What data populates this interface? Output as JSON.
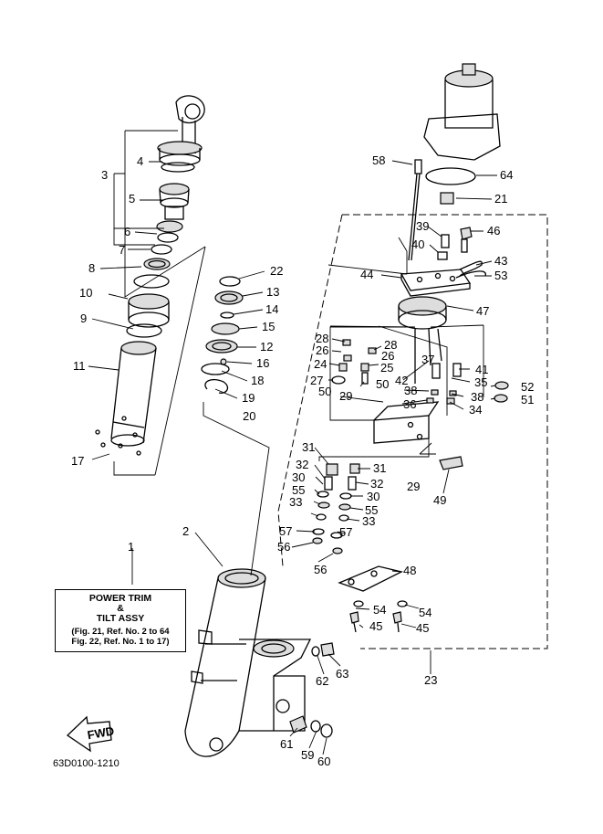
{
  "diagram": {
    "note_box": {
      "line1": "POWER TRIM",
      "line2": "&",
      "line3": "TILT ASSY",
      "line4": "(Fig. 21, Ref. No. 2 to 64",
      "line5": "Fig. 22, Ref. No. 1 to 17)"
    },
    "fwd_label": "FWD",
    "drawing_code": "63D0100-1210",
    "callouts": [
      "1",
      "2",
      "3",
      "4",
      "5",
      "6",
      "7",
      "8",
      "9",
      "10",
      "11",
      "12",
      "13",
      "14",
      "15",
      "16",
      "17",
      "18",
      "19",
      "20",
      "21",
      "22",
      "23",
      "24",
      "25",
      "26",
      "27",
      "28",
      "29",
      "30",
      "31",
      "32",
      "33",
      "34",
      "35",
      "36",
      "37",
      "38",
      "39",
      "40",
      "41",
      "42",
      "43",
      "44",
      "45",
      "46",
      "47",
      "48",
      "49",
      "50",
      "51",
      "52",
      "53",
      "54",
      "55",
      "56",
      "57",
      "58",
      "59",
      "60",
      "61",
      "62",
      "63",
      "64"
    ]
  }
}
